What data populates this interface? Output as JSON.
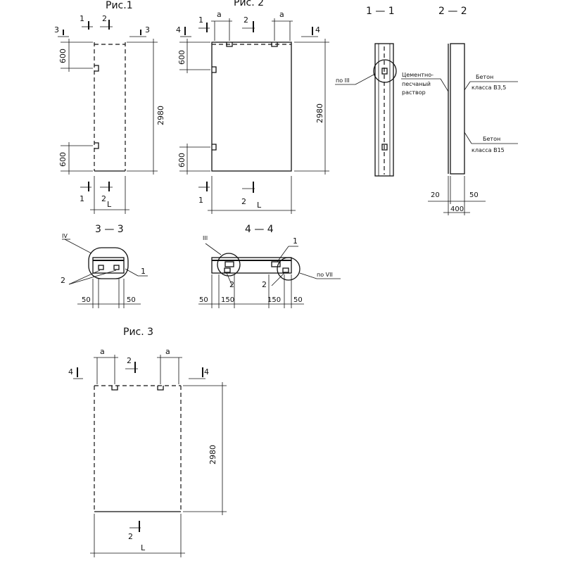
{
  "figures": {
    "fig1_title": "Рис.1",
    "fig2_title": "Рис. 2",
    "fig3_title": "Рис. 3"
  },
  "sections": {
    "s1_1": "1 — 1",
    "s2_2": "2 — 2",
    "s3_3": "3 — 3",
    "s4_4": "4 — 4"
  },
  "marks": {
    "m1": "1",
    "m2": "2",
    "m3": "3",
    "m4": "4",
    "a": "a",
    "L": "L"
  },
  "dims": {
    "d600": "600",
    "d2980": "2980",
    "d20": "20",
    "d50": "50",
    "d400": "400",
    "d150": "150"
  },
  "callouts": {
    "po_III": "по III",
    "po_VII": "по VII",
    "node_III": "III",
    "node_IV": "IV"
  },
  "materials": {
    "mortar_line1": "Цементно-",
    "mortar_line2": "песчаный",
    "mortar_line3": "раствор",
    "concrete1_line1": "Бетон",
    "concrete1_line2": "класса В3,5",
    "concrete2_line1": "Бетон",
    "concrete2_line2": "класса В15"
  }
}
